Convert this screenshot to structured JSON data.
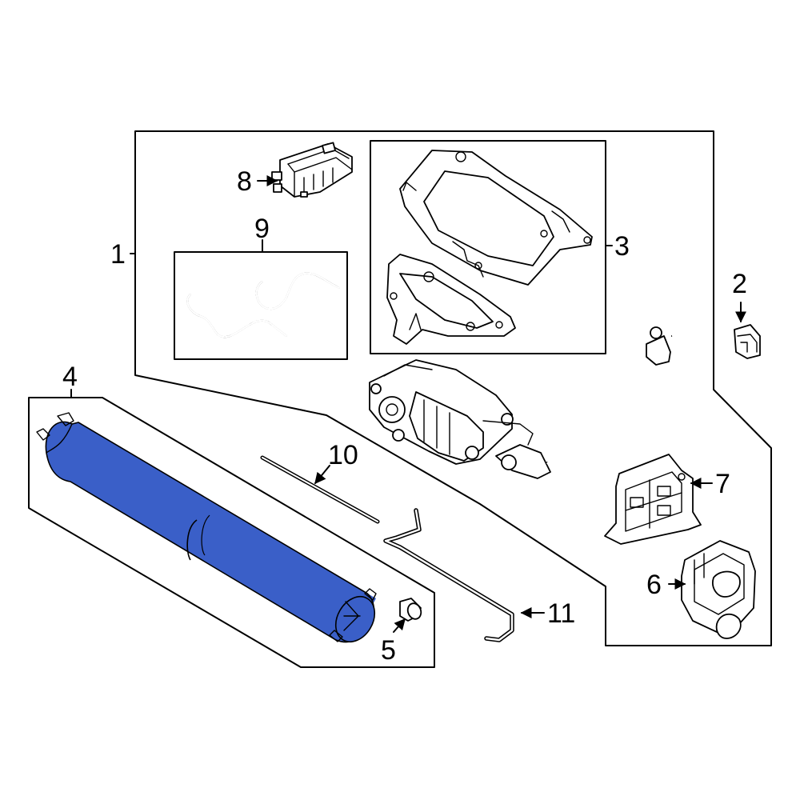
{
  "diagram": {
    "callouts": {
      "c1": "1",
      "c2": "2",
      "c3": "3",
      "c4": "4",
      "c5": "5",
      "c6": "6",
      "c7": "7",
      "c8": "8",
      "c9": "9",
      "c10": "10",
      "c11": "11"
    },
    "colors": {
      "highlight": "#3a5fc8",
      "highlight_dark": "#2a47a0",
      "line": "#000000",
      "background": "#ffffff"
    },
    "highlighted_part": "c4"
  }
}
